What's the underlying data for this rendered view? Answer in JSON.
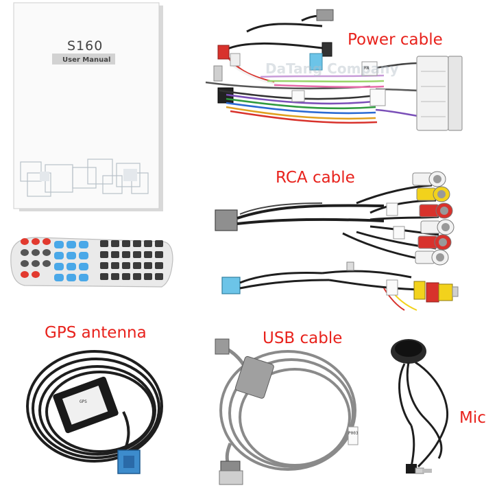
{
  "labels": {
    "power_cable": "Power cable",
    "rca_cable": "RCA cable",
    "gps_antenna": "GPS antenna",
    "usb_cable": "USB cable",
    "mic": "Mic"
  },
  "manual": {
    "model": "S160",
    "title": "User Manual"
  },
  "watermark": "DaTang Company",
  "tags": {
    "power_tag": "RN",
    "gps_tag": "GPS",
    "usb_tag": "P003"
  },
  "colors": {
    "label_red": "#e8221c",
    "rca_red": "#d8322c",
    "rca_yellow": "#f2d21c",
    "rca_white": "#f2f2f2",
    "connector_blue": "#6cc4e8",
    "gps_connector_blue": "#3d8ccc",
    "cable_black": "#1e1e1e",
    "cable_gray": "#8a8a8a"
  }
}
